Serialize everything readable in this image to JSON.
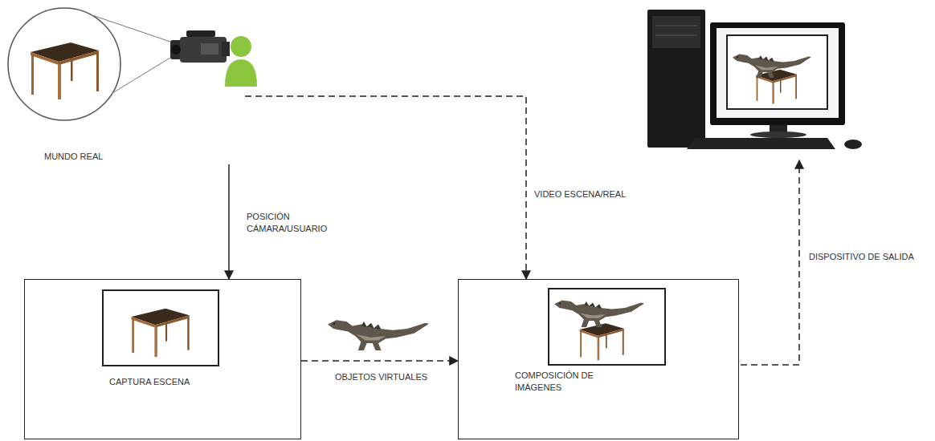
{
  "diagram": {
    "nodes": [
      {
        "text": [
          "MUNDO REAL"
        ]
      },
      {
        "text": [
          "CAPTURA ESCENA"
        ]
      },
      {
        "text": [
          "COMPOSICIÓN DE IMÁGENES"
        ]
      }
    ],
    "edges": [
      {
        "from": 0,
        "to": 1,
        "arrow": "to",
        "label": "POSICIÓN CÁMARA/USUARIO"
      },
      {
        "from": 0,
        "to": 2,
        "arrow": "to",
        "label": "VIDEO ESCENA/REAL"
      },
      {
        "from": 1,
        "to": 2,
        "arrow": "to",
        "label": "OBJETOS VIRTUALES"
      }
    ],
    "labels": [
      "DISPOSITIVO DE SALIDA"
    ]
  }
}
